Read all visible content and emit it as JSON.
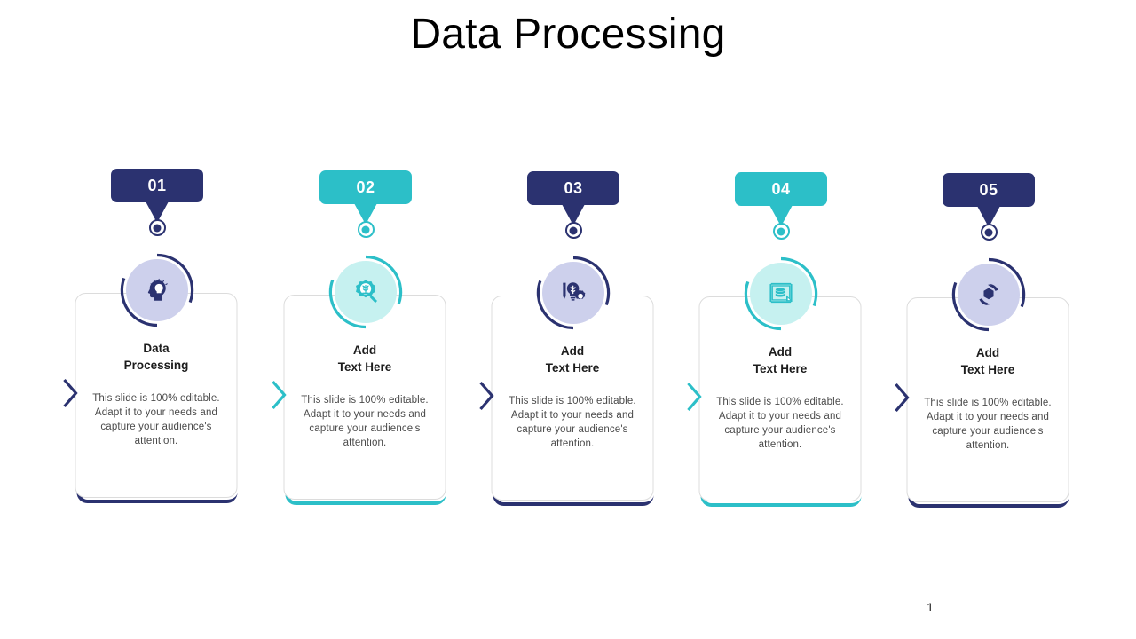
{
  "slide": {
    "title": "Data Processing",
    "page_number": "1",
    "background_color": "#ffffff"
  },
  "palette": {
    "navy": "#2b3270",
    "navy_light": "#cdd0ec",
    "teal": "#2cbfc8",
    "teal_light": "#c6f1f0",
    "card_border": "#dcdcdc",
    "heading_color": "#1c1c1c",
    "body_color": "#4a4a4a"
  },
  "columns": [
    {
      "number": "01",
      "color": "#2b3270",
      "disc_color": "#cdd0ec",
      "icon": "head-lightbulb-icon",
      "heading": "Data\nProcessing",
      "body": "This slide is 100% editable. Adapt it to your needs and capture your audience's attention."
    },
    {
      "number": "02",
      "color": "#2cbfc8",
      "disc_color": "#c6f1f0",
      "icon": "gear-plant-icon",
      "heading": "Add\nText Here",
      "body": "This slide is 100% editable. Adapt it to your needs and capture your audience's attention."
    },
    {
      "number": "03",
      "color": "#2b3270",
      "disc_color": "#cdd0ec",
      "icon": "pencil-lightbulb-gear-icon",
      "heading": "Add\nText Here",
      "body": "This slide is 100% editable. Adapt it to your needs and capture your audience's attention."
    },
    {
      "number": "04",
      "color": "#2cbfc8",
      "disc_color": "#c6f1f0",
      "icon": "blueprint-database-icon",
      "heading": "Add\nText Here",
      "body": "This slide is 100% editable. Adapt it to your needs and capture your audience's attention."
    },
    {
      "number": "05",
      "color": "#2b3270",
      "disc_color": "#cdd0ec",
      "icon": "hexagon-recycle-icon",
      "heading": "Add\nText Here",
      "body": "This slide is 100% editable. Adapt it to your needs and capture your audience's attention."
    }
  ]
}
